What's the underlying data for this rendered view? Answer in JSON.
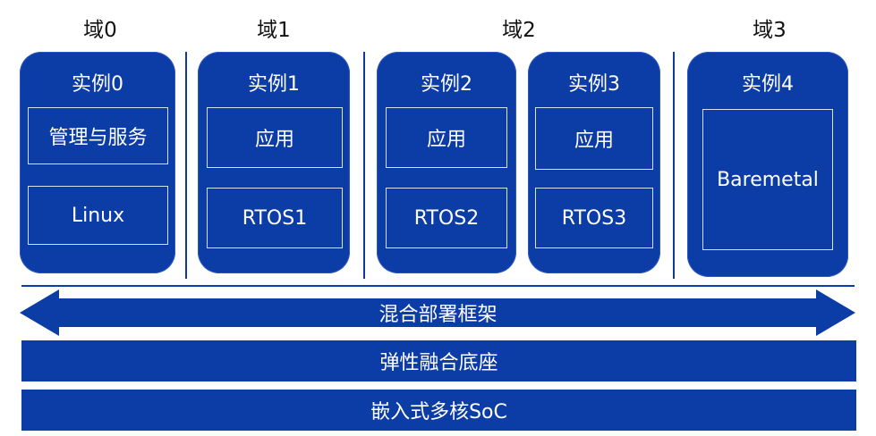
{
  "domains": [
    {
      "label": "域0"
    },
    {
      "label": "域1"
    },
    {
      "label": "域2"
    },
    {
      "label": "域3"
    }
  ],
  "instances": [
    {
      "title": "实例0",
      "top_box": "管理与服务",
      "bottom_box": "Linux"
    },
    {
      "title": "实例1",
      "top_box": "应用",
      "bottom_box": "RTOS1"
    },
    {
      "title": "实例2",
      "top_box": "应用",
      "bottom_box": "RTOS2"
    },
    {
      "title": "实例3",
      "top_box": "应用",
      "bottom_box": "RTOS3"
    },
    {
      "title": "实例4",
      "single_box": "Baremetal"
    }
  ],
  "layers": {
    "framework": "混合部署框架",
    "foundation": "弹性融合底座",
    "soc": "嵌入式多核SoC"
  },
  "colors": {
    "primary_blue": "#0c3ca6",
    "box_border": "#d8e2f7",
    "text_light": "#ffffff",
    "text_dark": "#111111"
  }
}
